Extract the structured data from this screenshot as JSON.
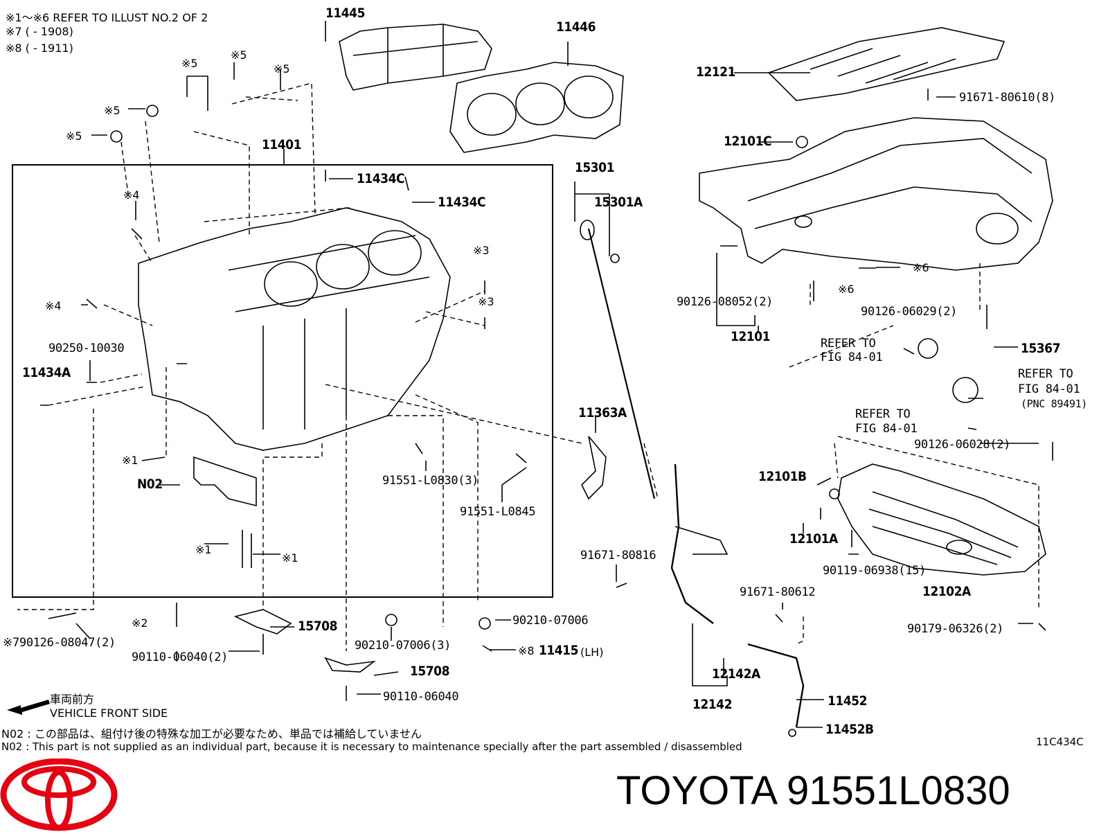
{
  "notes": {
    "ref_note_1": "※1～※6 REFER TO ILLUST NO.2 OF 2",
    "ref_note_2": "※7 (        - 1908)",
    "ref_note_3": "※8 (        - 1911)",
    "front_jp": "車両前方",
    "front_en": "VEHICLE FRONT SIDE",
    "n02_jp": "N02 : この部品は、組付け後の特殊な加工が必要なため、単品では補給していません",
    "n02_en": "N02 : This part is not supplied as an individual part, because it is necessary to maintenance specially after the part assembled / disassembled"
  },
  "labels": {
    "p11445": "11445",
    "p11446": "11446",
    "p12121": "12121",
    "p91671_80610": "91671-80610(8)",
    "p12101C": "12101C",
    "p11401": "11401",
    "p11434C_1": "11434C",
    "p11434C_2": "11434C",
    "p15301": "15301",
    "p15301A": "15301A",
    "p90126_08052": "90126-08052(2)",
    "p12101": "12101",
    "p90126_06029": "90126-06029(2)",
    "p15367": "15367",
    "refer_fig_1": "REFER TO",
    "refer_fig_1b": "FIG 84-01",
    "refer_fig_2": "REFER TO",
    "refer_fig_2b": "FIG 84-01",
    "refer_fig_2c": "(PNC 89491)",
    "refer_fig_3": "REFER TO",
    "refer_fig_3b": "FIG 84-01",
    "p90126_06028": "90126-06028(2)",
    "p12101B": "12101B",
    "p12101A": "12101A",
    "p90119_06938": "90119-06938(15)",
    "p12102A": "12102A",
    "p91671_80612": "91671-80612",
    "p90179_06326": "90179-06326(2)",
    "p11452": "11452",
    "p11452B": "11452B",
    "p12142A": "12142A",
    "p12142": "12142",
    "p91671_80816": "91671-80816",
    "p11363A": "11363A",
    "p91551_L0830": "91551-L0830(3)",
    "p91551_L0845": "91551-L0845",
    "p90250_10030": "90250-10030",
    "p11434A": "11434A",
    "pN02": "N02",
    "p90126_08047": "※790126-08047(2)",
    "p90110_06040_2": "90110-06040(2)",
    "p15708_1": "15708",
    "p15708_2": "15708",
    "p90110_06040": "90110-06040",
    "p90210_07006_3": "90210-07006(3)",
    "p90210_07006": "90210-07006",
    "p11415": "11415",
    "p11415_lh": "(LH)",
    "m1": "※1",
    "m1b": "※1",
    "m1c": "※1",
    "m2": "※2",
    "m3a": "※3",
    "m3b": "※3",
    "m4a": "※4",
    "m4b": "※4",
    "m5a": "※5",
    "m5b": "※5",
    "m5c": "※5",
    "m5d": "※5",
    "m5e": "※5",
    "m6a": "※6",
    "m6b": "※6",
    "m8": "※8"
  },
  "footer": {
    "title": "TOYOTA 91551L0830",
    "code": "11C434C"
  },
  "colors": {
    "logo_red": "#e60012",
    "line": "#000000"
  }
}
